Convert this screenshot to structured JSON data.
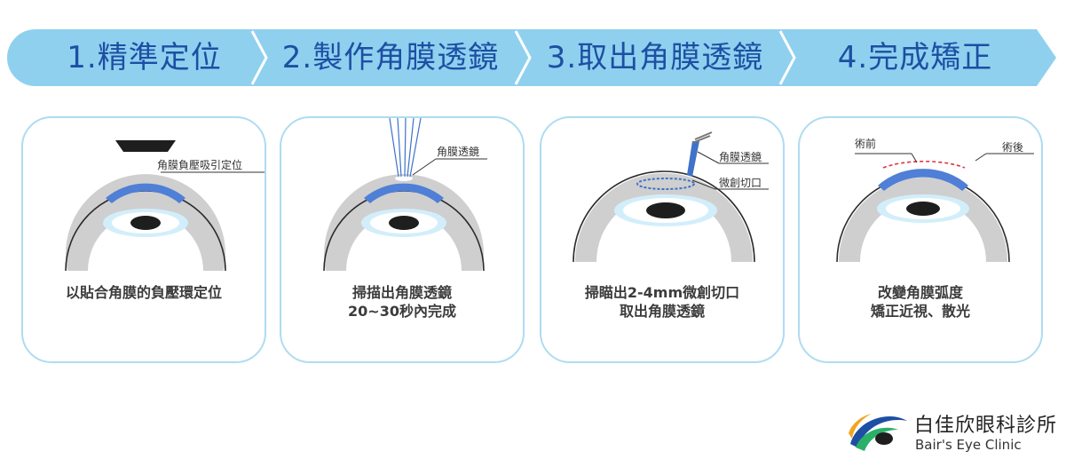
{
  "steps": [
    {
      "label": "1.精準定位"
    },
    {
      "label": "2.製作角膜透鏡"
    },
    {
      "label": "3.取出角膜透鏡"
    },
    {
      "label": "4.完成矯正"
    }
  ],
  "cards": [
    {
      "labels": [
        "角膜負壓吸引定位"
      ],
      "caption": [
        "以貼合角膜的負壓環定位"
      ]
    },
    {
      "labels": [
        "角膜透鏡"
      ],
      "caption": [
        "掃描出角膜透鏡",
        "20~30秒內完成"
      ]
    },
    {
      "labels": [
        "角膜透鏡",
        "微創切口"
      ],
      "caption": [
        "掃瞄出2-4mm微創切口",
        "取出角膜透鏡"
      ]
    },
    {
      "labels": [
        "術前",
        "術後"
      ],
      "caption": [
        "改變角膜弧度",
        "矯正近視、散光"
      ]
    }
  ],
  "logo": {
    "name_zh": "白佳欣眼科診所",
    "name_en": "Bair's Eye Clinic"
  },
  "colors": {
    "banner": "#8fd0ef",
    "step_text": "#1d4fa3",
    "card_border": "#aedcf1",
    "cornea": "#4f7fd6",
    "dashed_red": "#e0313b"
  }
}
